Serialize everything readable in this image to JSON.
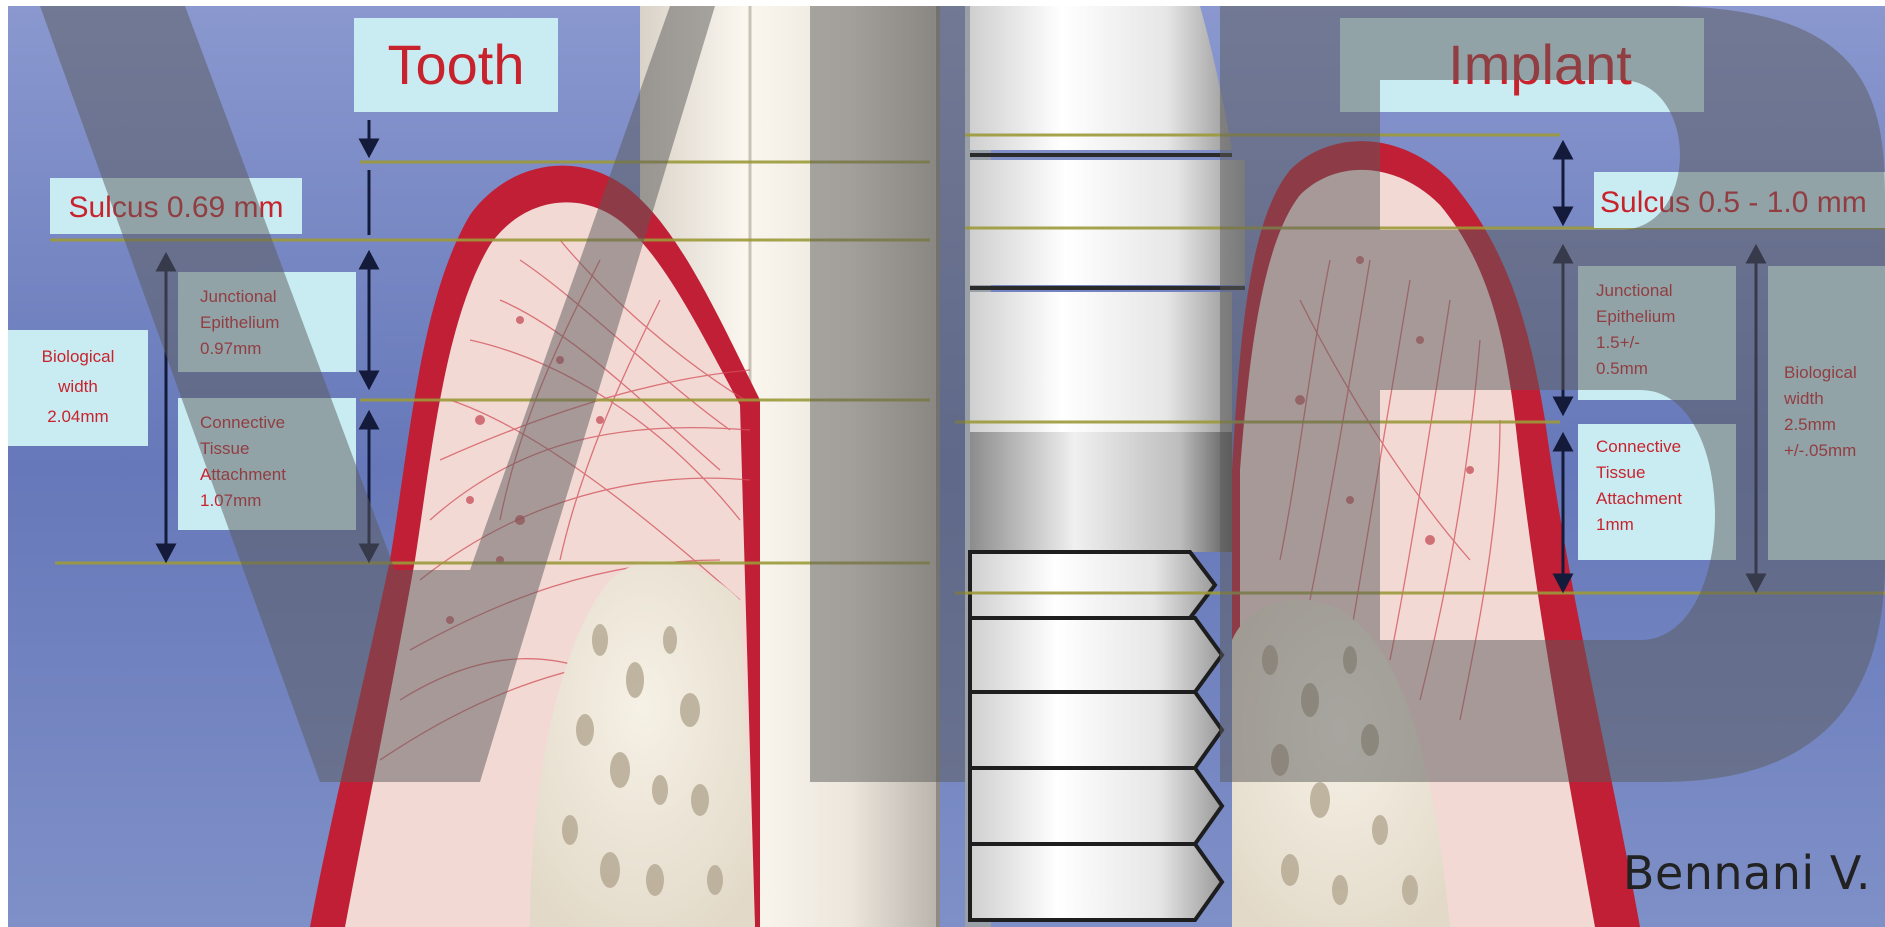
{
  "tooth": {
    "title": "Tooth",
    "sulcus": "Sulcus 0.69 mm",
    "junctional": [
      "Junctional",
      "Epithelium",
      "0.97mm"
    ],
    "connective": [
      "Connective",
      "Tissue",
      "Attachment",
      "1.07mm"
    ],
    "biological_width": [
      "Biological",
      "width",
      "2.04mm"
    ]
  },
  "implant": {
    "title": "Implant",
    "sulcus": "Sulcus 0.5 - 1.0 mm",
    "junctional": [
      "Junctional",
      "Epithelium",
      "1.5+/-",
      "0.5mm"
    ],
    "connective": [
      "Connective",
      "Tissue",
      "Attachment",
      "1mm"
    ],
    "biological_width": [
      "Biological",
      "width",
      "2.5mm",
      "+/-.05mm"
    ]
  },
  "credit": "Bennani V.",
  "colors": {
    "label_text": "#c8232c",
    "label_box": "#c9ecf3",
    "gingiva": "#c01f35",
    "connective_tissue": "#f2d9d4",
    "bone": "#efe8dc",
    "background": "#6f83c0",
    "watermark": "#5a5a5a"
  }
}
